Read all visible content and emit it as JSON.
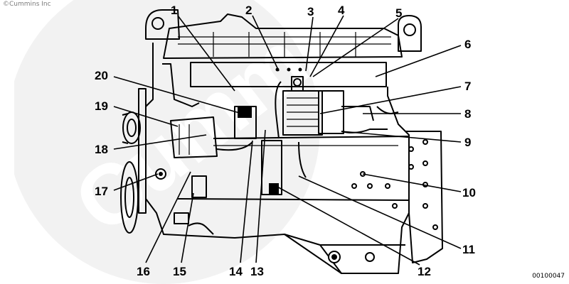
{
  "copyright": "©Cummins Inc",
  "figure_id": "00100047",
  "watermark_text": "Cummins",
  "callouts": [
    "1",
    "2",
    "3",
    "4",
    "5",
    "6",
    "7",
    "8",
    "9",
    "10",
    "11",
    "12",
    "13",
    "14",
    "15",
    "16",
    "17",
    "18",
    "19",
    "20"
  ]
}
